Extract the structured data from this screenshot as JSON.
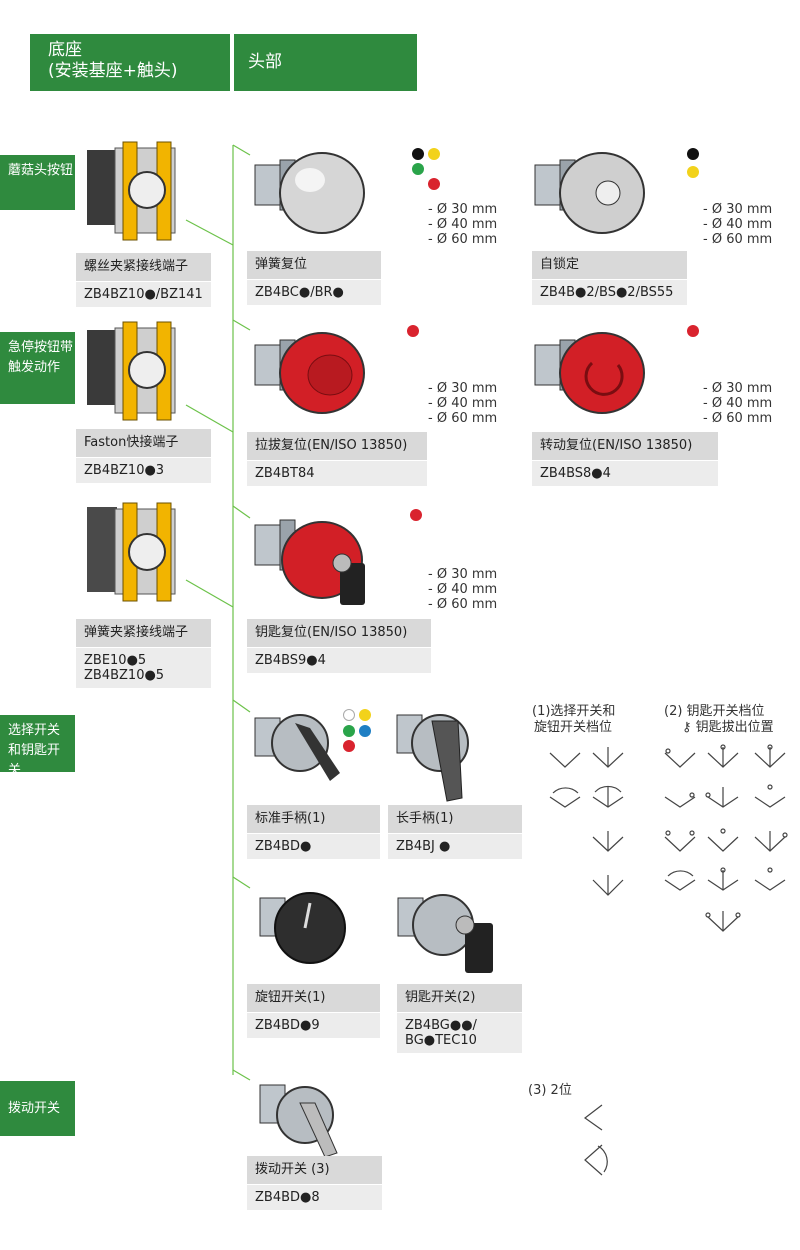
{
  "header": {
    "base_title": "底座",
    "base_subtitle": "(安装基座+触头)",
    "head_title": "头部"
  },
  "categories": [
    "蘑菇头按钮",
    "急停按钮带触发动作",
    "选择开关和钥匙开关",
    "拨动开关"
  ],
  "bases": [
    {
      "label": "螺丝夹紧接线端子",
      "code": "ZB4BZ10●/BZ141"
    },
    {
      "label": "Faston快接端子",
      "code": "ZB4BZ10●3"
    },
    {
      "label": "弹簧夹紧接线端子",
      "code1": "ZBE10●5",
      "code2": "ZB4BZ10●5"
    }
  ],
  "heads": [
    {
      "label": "弹簧复位",
      "code": "ZB4BC●/BR●"
    },
    {
      "label": "自锁定",
      "code": "ZB4B●2/BS●2/BS55"
    },
    {
      "label": "拉拔复位(EN/ISO 13850)",
      "code": "ZB4BT84"
    },
    {
      "label": "转动复位(EN/ISO 13850)",
      "code": "ZB4BS8●4"
    },
    {
      "label": "钥匙复位(EN/ISO 13850)",
      "code": "ZB4BS9●4"
    },
    {
      "label": "标准手柄(1)",
      "code": "ZB4BD●"
    },
    {
      "label": "长手柄(1)",
      "code": "ZB4BJ ●"
    },
    {
      "label": "旋钮开关(1)",
      "code": "ZB4BD●9"
    },
    {
      "label": "钥匙开关(2)",
      "code1": "ZB4BG●●/",
      "code2": "BG●TEC10"
    },
    {
      "label": "拨动开关 (3)",
      "code": "ZB4BD●8"
    }
  ],
  "diameters": [
    "- Ø 30 mm",
    "- Ø 40 mm",
    "- Ø 60 mm"
  ],
  "notes": {
    "n1_line1": "(1)选择开关和",
    "n1_line2": "旋钮开关档位",
    "n2_line1": "(2) 钥匙开关档位",
    "n2_line2": "钥匙拔出位置",
    "n3": "(3) 2位"
  },
  "colors": {
    "green": "#2f8a3e",
    "black": "#111111",
    "yellow": "#f2d21b",
    "dot_green": "#2aa44a",
    "dot_red": "#d9232e",
    "dot_blue": "#1f7fc4",
    "white": "#ffffff"
  }
}
